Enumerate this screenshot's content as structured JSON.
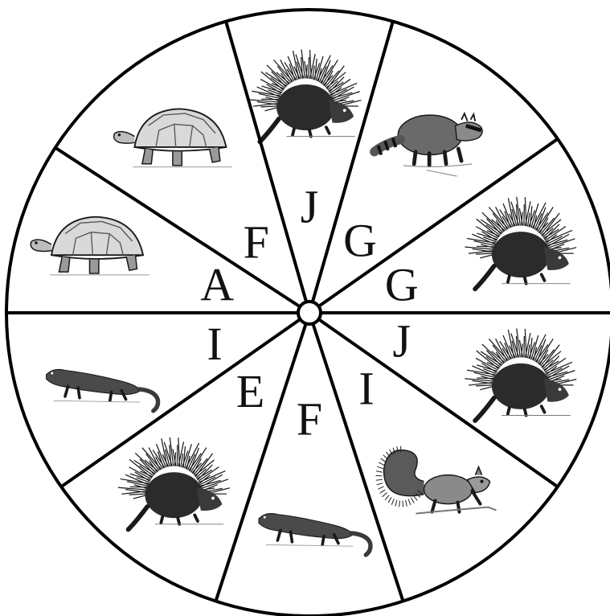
{
  "wheel": {
    "segments": [
      {
        "animal": "porcupine",
        "letter": "J"
      },
      {
        "animal": "raccoon",
        "letter": "G"
      },
      {
        "animal": "porcupine",
        "letter": "G"
      },
      {
        "animal": "porcupine",
        "letter": "J"
      },
      {
        "animal": "squirrel",
        "letter": "I"
      },
      {
        "animal": "mongoose",
        "letter": "F"
      },
      {
        "animal": "porcupine",
        "letter": "E"
      },
      {
        "animal": "mongoose",
        "letter": "I"
      },
      {
        "animal": "tortoise",
        "letter": "A"
      },
      {
        "animal": "tortoise",
        "letter": "F"
      }
    ],
    "colors": {
      "line": "#000000",
      "background": "#ffffff",
      "ink": "#1a1a1a"
    }
  }
}
